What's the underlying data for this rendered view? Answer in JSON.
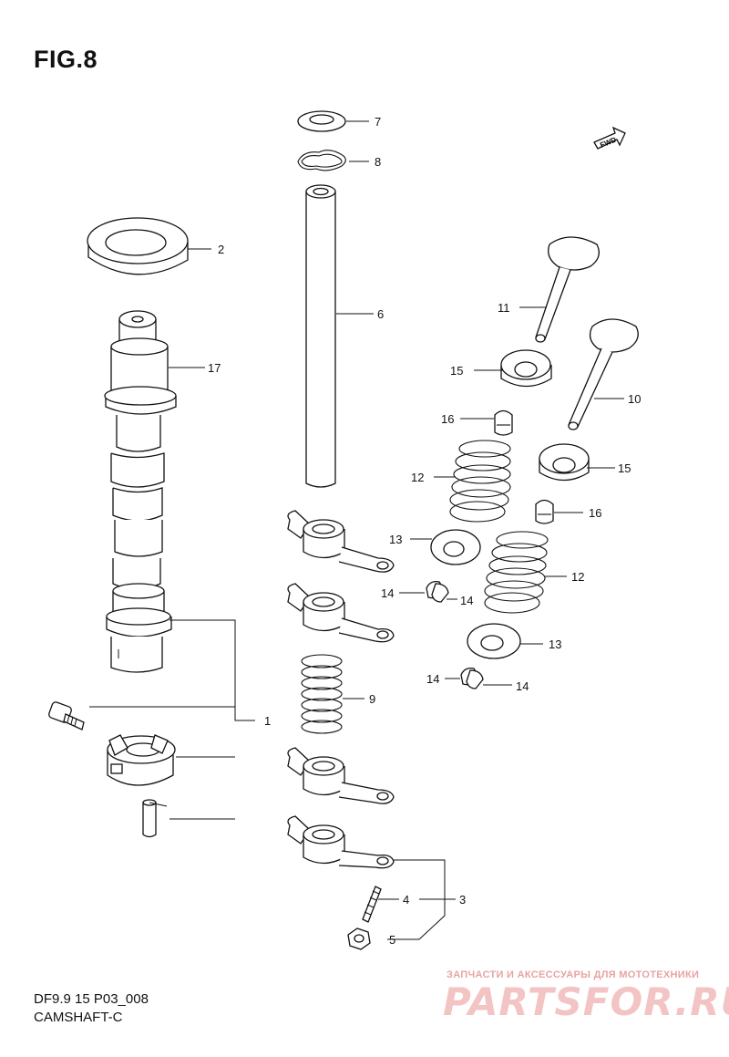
{
  "figure": {
    "title": "FIG.8",
    "model_code": "DF9.9 15 P03_008",
    "section": "CAMSHAFT-C",
    "fwd_label": "FWD"
  },
  "watermark": {
    "tagline": "ЗАПЧАСТИ И АКСЕССУАРЫ ДЛЯ МОТОТЕХНИКИ",
    "brand": "PARTSFOR.RU",
    "color": "#f3c4c4"
  },
  "callouts": {
    "c1": "1",
    "c2": "2",
    "c3": "3",
    "c4": "4",
    "c5": "5",
    "c6": "6",
    "c7": "7",
    "c8": "8",
    "c9": "9",
    "c10": "10",
    "c11": "11",
    "c12a": "12",
    "c12b": "12",
    "c13a": "13",
    "c13b": "13",
    "c14a": "14",
    "c14b": "14",
    "c14c": "14",
    "c14d": "14",
    "c15a": "15",
    "c15b": "15",
    "c16a": "16",
    "c16b": "16",
    "c17": "17"
  }
}
